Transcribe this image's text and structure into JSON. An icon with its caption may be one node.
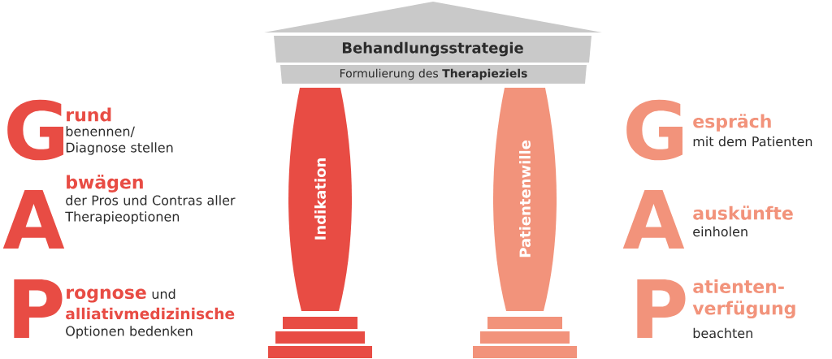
{
  "diagram": {
    "nodes": [
      {
        "text": [
          "Behandlungsstrategie"
        ]
      },
      {
        "text": [
          "Formulierung des **Therapieziels**"
        ]
      },
      {
        "text": [
          "Indikation"
        ]
      },
      {
        "text": [
          "Patientenwille"
        ]
      }
    ],
    "labels": [
      "G",
      "rund",
      "benennen/ Diagnose stellen",
      "A",
      "bwägen",
      "der Pros und Contras aller Therapieoptionen",
      "P",
      "rognose",
      "und",
      "alliativmedizinische",
      "Optionen bedenken",
      "G",
      "espräch",
      "mit dem Patienten",
      "A",
      "auskünfte",
      "einholen",
      "P",
      "atienten- verfügung",
      "beachten"
    ]
  }
}
